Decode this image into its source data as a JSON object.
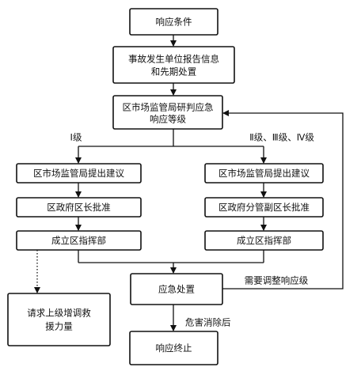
{
  "nodes": {
    "n_start": "响应条件",
    "n_report_line1": "事故发生单位报告信息",
    "n_report_line2": "和先期处置",
    "n_judge_line1": "区市场监管局研判应急",
    "n_judge_line2": "响应等级",
    "n_left_suggest": "区市场监管局提出建议",
    "n_left_approve": "区政府区长批准",
    "n_left_command": "成立区指挥部",
    "n_right_suggest": "区市场监管局提出建议",
    "n_right_approve": "区政府分管副区长批准",
    "n_right_command": "成立区指挥部",
    "n_response": "应急处置",
    "n_request_line1": "请求上级增调救",
    "n_request_line2": "援力量",
    "n_end": "响应终止"
  },
  "edge_labels": {
    "level_one": "Ⅰ级",
    "level_other": "Ⅱ级、Ⅲ级、Ⅳ级",
    "adjust": "需要调整响应级",
    "cleared": "危害消除后"
  },
  "colors": {
    "line": "#111111",
    "fill": "#ffffff"
  }
}
